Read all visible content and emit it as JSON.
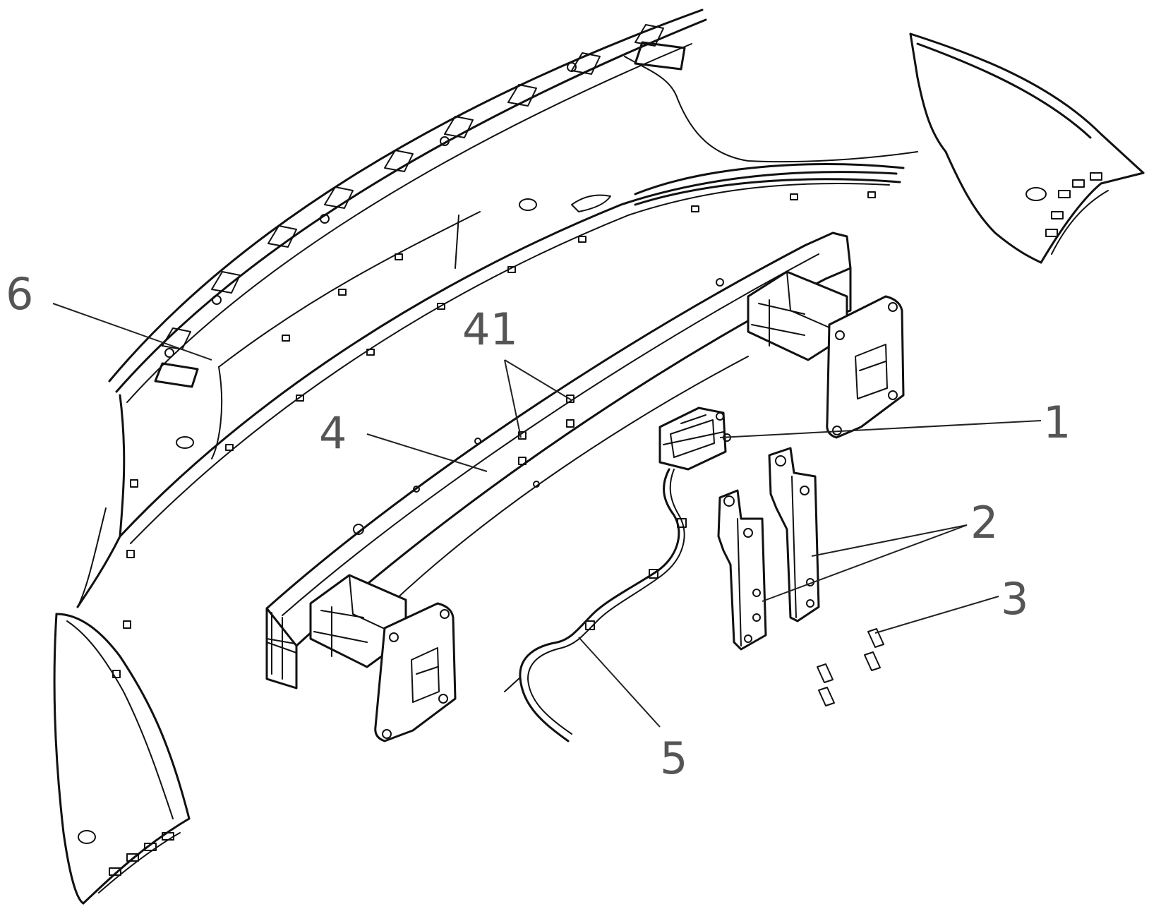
{
  "labels": {
    "l1": "1",
    "l2": "2",
    "l3": "3",
    "l4": "4",
    "l41": "41",
    "l5": "5",
    "l6": "6"
  }
}
